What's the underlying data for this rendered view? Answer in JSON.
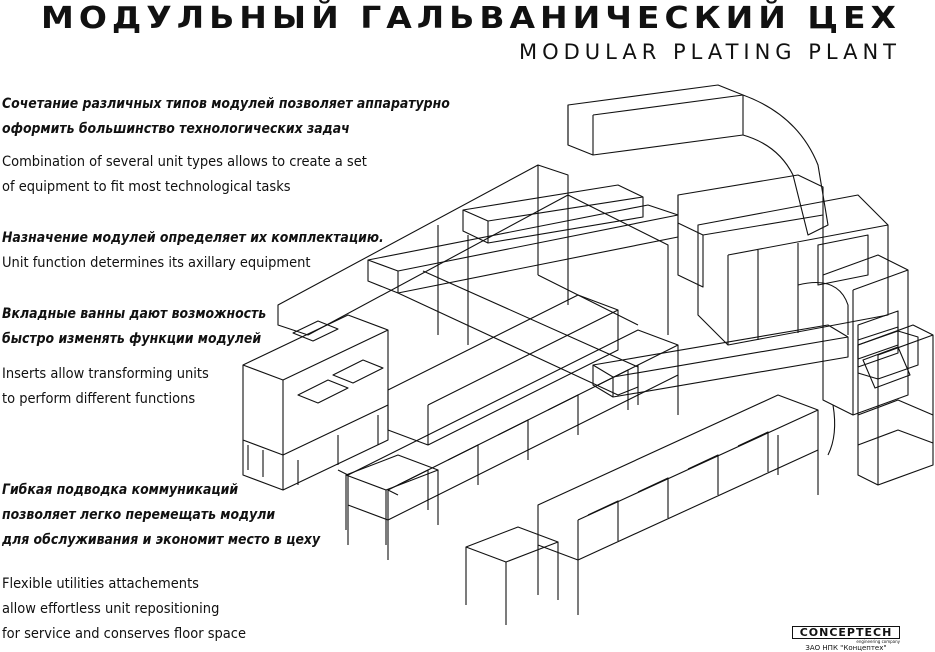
{
  "header": {
    "title": "МОДУЛЬНЫЙ ГАЛЬВАНИЧЕСКИЙ ЦЕХ",
    "subtitle": "MODULAR PLATING PLANT"
  },
  "blocks": [
    {
      "ru": [
        "Сочетание различных типов модулей позволяет аппаратурно",
        "оформить большинство технологических задач"
      ],
      "en": [
        "Combination of several unit types allows to create a set",
        "of equipment to fit most technological tasks"
      ]
    },
    {
      "ru": [
        "Назначение модулей определяет их комплектацию."
      ],
      "en": [
        "Unit function determines its axillary equipment"
      ]
    },
    {
      "ru": [
        "Вкладные ванны дают возможность",
        "быстро изменять функции модулей"
      ],
      "en": [
        "Inserts allow transforming units",
        "to perform different functions"
      ]
    },
    {
      "ru": [
        "Гибкая подводка коммуникаций",
        "позволяет легко перемещать модули",
        "для обслуживания и экономит место в цеху"
      ],
      "en": [
        "Flexible utilities attachements",
        "allow effortless unit repositioning",
        "for service and conserves floor space"
      ]
    }
  ],
  "logo": {
    "name": "CONCEPTECH",
    "tagline": "engineering company",
    "subtitle": "ЗАО НПК \"Концептех\""
  },
  "colors": {
    "ink": "#111111",
    "background": "#ffffff"
  }
}
